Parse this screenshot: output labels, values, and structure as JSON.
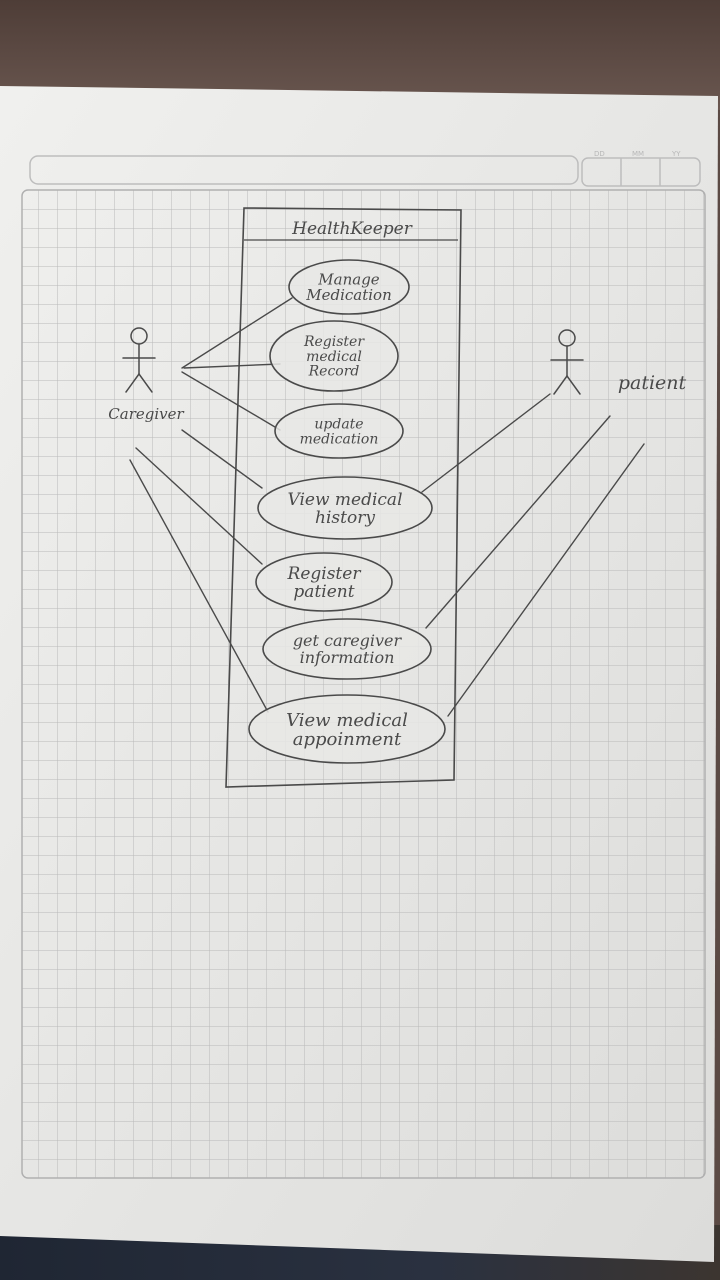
{
  "system": {
    "name": "HealthKeeper"
  },
  "date_header": {
    "dd": "DD",
    "mm": "MM",
    "yy": "YY"
  },
  "actors": [
    {
      "id": "caregiver",
      "label": "Caregiver"
    },
    {
      "id": "patient",
      "label": "patient"
    }
  ],
  "use_cases": [
    {
      "id": "uc1",
      "lines": [
        "Manage",
        "Medication"
      ]
    },
    {
      "id": "uc2",
      "lines": [
        "Register",
        "medical",
        "Record"
      ]
    },
    {
      "id": "uc3",
      "lines": [
        "update",
        "medication"
      ]
    },
    {
      "id": "uc4",
      "lines": [
        "View medical",
        "history"
      ]
    },
    {
      "id": "uc5",
      "lines": [
        "Register",
        "patient"
      ]
    },
    {
      "id": "uc6",
      "lines": [
        "get caregiver",
        "information"
      ]
    },
    {
      "id": "uc7",
      "lines": [
        "View medical",
        "appoinment"
      ]
    }
  ],
  "associations": [
    {
      "from": "caregiver",
      "to": "uc1"
    },
    {
      "from": "caregiver",
      "to": "uc2"
    },
    {
      "from": "caregiver",
      "to": "uc3"
    },
    {
      "from": "caregiver",
      "to": "uc4"
    },
    {
      "from": "caregiver",
      "to": "uc5"
    },
    {
      "from": "caregiver",
      "to": "uc7"
    },
    {
      "from": "patient",
      "to": "uc4"
    },
    {
      "from": "patient",
      "to": "uc6"
    },
    {
      "from": "patient",
      "to": "uc7"
    }
  ],
  "colors": {
    "paper": "#e9e9e7",
    "grid": "#b9b9b9",
    "pencil": "#4a4a4a"
  }
}
